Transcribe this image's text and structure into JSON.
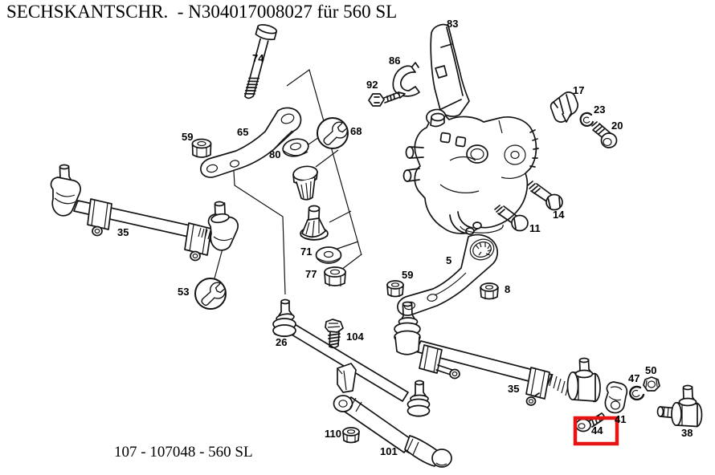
{
  "header": {
    "title_line": "SECHSKANTSCHR.  - N304017008027 für 560 SL"
  },
  "footer": {
    "figure_line": "107 - 107048 - 560 SL"
  },
  "diagram": {
    "type": "exploded-parts-diagram",
    "subject": "steering linkage",
    "background_color": "#ffffff",
    "line_color": "#141414",
    "highlight_color": "#e81414",
    "highlighted_part": "44",
    "symbols": [
      {
        "name": "wrench-symbol",
        "at_part": "68"
      },
      {
        "name": "wrench-symbol",
        "at_part": "53"
      }
    ],
    "callouts": [
      {
        "num": "74"
      },
      {
        "num": "83"
      },
      {
        "num": "86"
      },
      {
        "num": "92"
      },
      {
        "num": "17"
      },
      {
        "num": "23"
      },
      {
        "num": "20"
      },
      {
        "num": "59"
      },
      {
        "num": "65"
      },
      {
        "num": "68"
      },
      {
        "num": "80"
      },
      {
        "num": "35"
      },
      {
        "num": "71"
      },
      {
        "num": "77"
      },
      {
        "num": "53"
      },
      {
        "num": "59"
      },
      {
        "num": "5"
      },
      {
        "num": "8"
      },
      {
        "num": "11"
      },
      {
        "num": "14"
      },
      {
        "num": "26"
      },
      {
        "num": "104"
      },
      {
        "num": "110"
      },
      {
        "num": "101"
      },
      {
        "num": "35"
      },
      {
        "num": "47"
      },
      {
        "num": "50"
      },
      {
        "num": "41"
      },
      {
        "num": "44"
      },
      {
        "num": "38"
      }
    ]
  }
}
